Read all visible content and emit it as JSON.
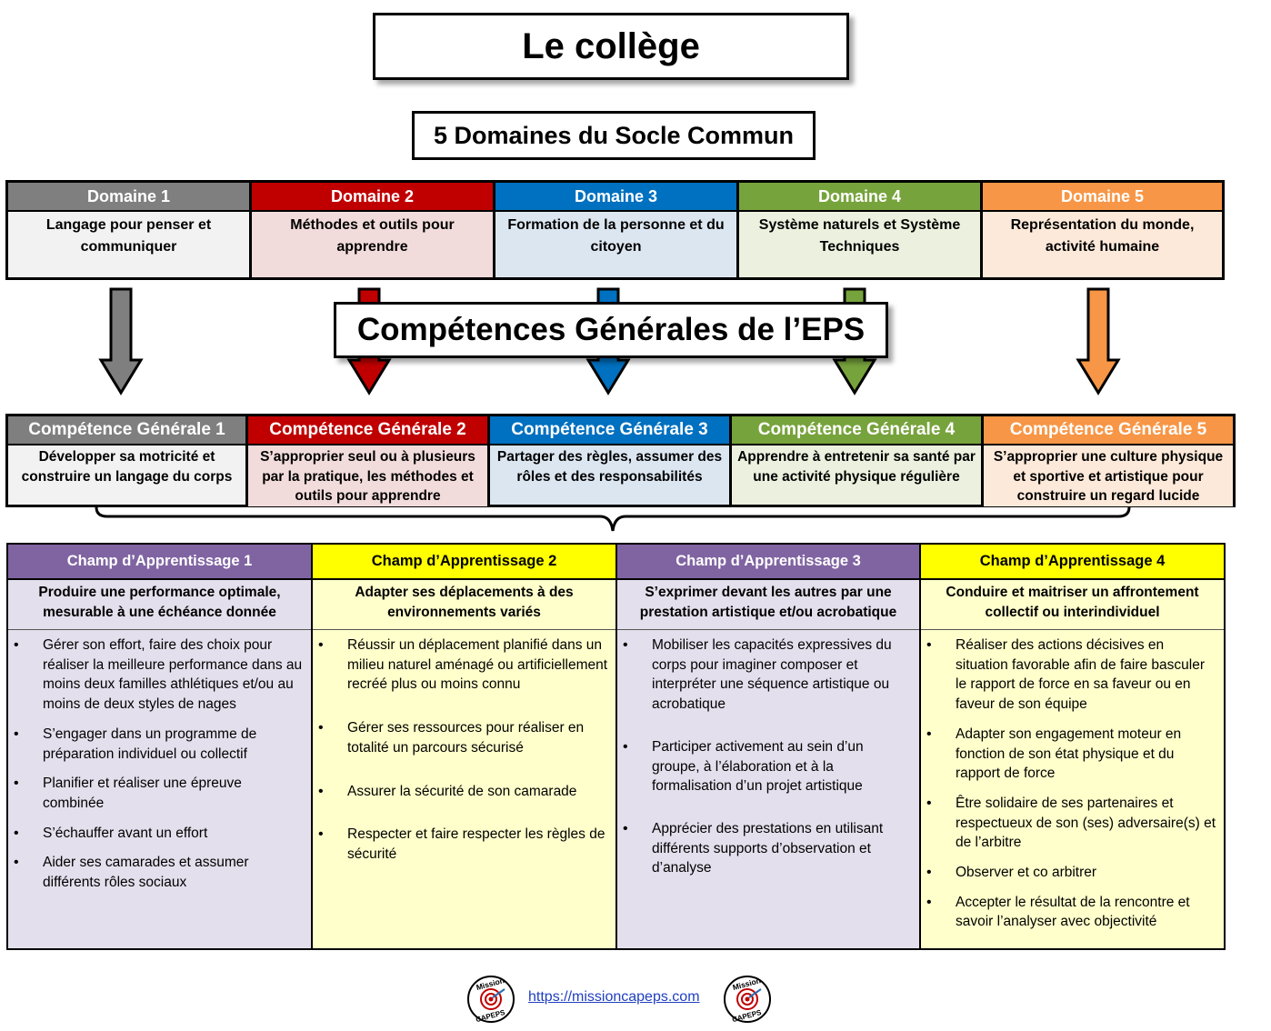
{
  "titles": {
    "main": "Le collège",
    "domaines": "5 Domaines du Socle Commun",
    "competences": "Compétences Générales de l’EPS"
  },
  "domaines": [
    {
      "label": "Domaine 1",
      "text": "Langage pour penser et communiquer",
      "head_color": "#7f7f7f",
      "body_color": "#f2f2f2"
    },
    {
      "label": "Domaine 2",
      "text": "Méthodes et outils pour apprendre",
      "head_color": "#c00000",
      "body_color": "#f2dcdb"
    },
    {
      "label": "Domaine 3",
      "text": "Formation de la personne et du citoyen",
      "head_color": "#0070c0",
      "body_color": "#dce6f1"
    },
    {
      "label": "Domaine 4",
      "text": "Système naturels et Système Techniques",
      "head_color": "#77a33c",
      "body_color": "#ebf1de"
    },
    {
      "label": "Domaine 5",
      "text": "Représentation du monde, activité humaine",
      "head_color": "#f79646",
      "body_color": "#fde9d9"
    }
  ],
  "arrow_colors": [
    "#7f7f7f",
    "#c00000",
    "#0070c0",
    "#77a33c",
    "#f79646"
  ],
  "competences": [
    {
      "label": "Compétence Générale 1",
      "text": "Développer sa motricité et construire un langage du corps",
      "head_color": "#7f7f7f",
      "body_color": "#f2f2f2"
    },
    {
      "label": "Compétence Générale 2",
      "text": "S’approprier seul ou à plusieurs par la pratique, les méthodes et outils pour apprendre",
      "head_color": "#c00000",
      "body_color": "#f2dcdb"
    },
    {
      "label": "Compétence Générale 3",
      "text": "Partager des règles, assumer des rôles et des responsabilités",
      "head_color": "#0070c0",
      "body_color": "#dce6f1"
    },
    {
      "label": "Compétence Générale 4",
      "text": "Apprendre à entretenir sa santé par une activité physique régulière",
      "head_color": "#77a33c",
      "body_color": "#ebf1de"
    },
    {
      "label": "Compétence Générale 5",
      "text": "S’approprier une culture physique et sportive et artistique pour construire un regard lucide",
      "head_color": "#f79646",
      "body_color": "#fde9d9"
    }
  ],
  "champs": [
    {
      "label": "Champ d’Apprentissage 1",
      "subtitle": "Produire une performance optimale, mesurable à une échéance donnée",
      "head_bg": "#8064a2",
      "head_fg": "#ffffff",
      "body_color": "#e4dfec",
      "items": [
        "Gérer son effort, faire des choix pour réaliser la meilleure performance dans au moins deux familles athlétiques et/ou au moins de deux styles de nages",
        "S’engager dans un programme de préparation individuel ou collectif",
        "Planifier et réaliser une épreuve combinée",
        "S’échauffer avant un effort",
        "Aider ses camarades et assumer différents rôles sociaux"
      ]
    },
    {
      "label": "Champ d’Apprentissage 2",
      "subtitle": "Adapter ses déplacements à des environnements variés",
      "head_bg": "#ffff00",
      "head_fg": "#000000",
      "body_color": "#ffffcc",
      "items": [
        "Réussir un déplacement planifié dans un milieu naturel aménagé ou artificiellement recréé plus ou moins connu",
        "Gérer ses ressources pour réaliser en totalité un parcours sécurisé",
        "Assurer la sécurité de son camarade",
        "Respecter et faire respecter les règles de sécurité"
      ]
    },
    {
      "label": "Champ d’Apprentissage 3",
      "subtitle": "S’exprimer devant les autres par une prestation artistique et/ou acrobatique",
      "head_bg": "#8064a2",
      "head_fg": "#ffffff",
      "body_color": "#e4dfec",
      "items": [
        "Mobiliser les capacités expressives du corps pour imaginer composer et interpréter une séquence artistique ou acrobatique",
        "Participer activement au sein d’un groupe, à l’élaboration et à la formalisation d’un projet artistique",
        "Apprécier des prestations en utilisant différents supports d’observation et d’analyse"
      ]
    },
    {
      "label": "Champ d’Apprentissage 4",
      "subtitle": "Conduire et maitriser un affrontement collectif ou interindividuel",
      "head_bg": "#ffff00",
      "head_fg": "#000000",
      "body_color": "#ffffcc",
      "items": [
        "Réaliser des actions décisives en situation favorable afin de faire basculer le rapport de force en sa faveur ou en faveur de son équipe",
        "Adapter son engagement moteur en fonction de son état physique et du rapport de force",
        "Être solidaire de ses partenaires et respectueux de son (ses) adversaire(s) et de l’arbitre",
        "Observer et co arbitrer",
        "Accepter le résultat de la rencontre et savoir l’analyser avec objectivité"
      ]
    }
  ],
  "footer": {
    "link": "https://missioncapeps.com",
    "logo_text_top": "Mission",
    "logo_text_bottom": "CAPEPS"
  }
}
